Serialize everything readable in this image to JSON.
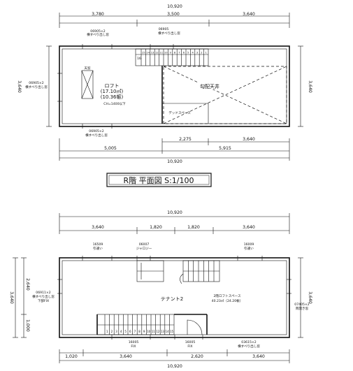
{
  "roof_plan": {
    "dims_top": {
      "total": "10,920",
      "left": "3,780",
      "middle": "3,500",
      "right": "3,640"
    },
    "dims_bottom": {
      "a": "2,275",
      "b": "3,640",
      "seg_left": "5,005",
      "seg_right": "5,915",
      "total": "10,920"
    },
    "dims_side": {
      "left": "3,640",
      "right": "3,640"
    },
    "window_top_left": [
      "06905×2",
      "横すべり出し窓"
    ],
    "window_top_mid": [
      "06905",
      "横すべり出し窓"
    ],
    "window_left": [
      "06905×2",
      "横すべり出し窓"
    ],
    "window_bottom": [
      "06905×2",
      "横すべり出し窓"
    ],
    "skylight": "天窓",
    "loft": [
      "ロフト",
      "(17.10㎡)",
      "(10.36帪)",
      "CH=1400以下"
    ],
    "ceiling": "勾配天井",
    "dead_space": "デッドスペース",
    "stair_steps": [
      "15",
      "14",
      "13",
      "12",
      "11",
      "10",
      "9",
      "8",
      "7",
      "6",
      "5",
      "4",
      "3",
      "2",
      "1"
    ]
  },
  "title": "R階  平面図  S:1/100",
  "floor_plan": {
    "dims_top": {
      "total": "10,920",
      "a": "3,640",
      "b": "1,820",
      "c": "1,820",
      "d": "3,640"
    },
    "dims_bottom": {
      "a": "1,020",
      "b": "3,640",
      "c": "2,620",
      "d": "3,640",
      "total": "10,920"
    },
    "dims_left": {
      "top": "2,640",
      "total": "3,640",
      "bottom": "1,000"
    },
    "dims_right": "3,640",
    "window_1": [
      "16509",
      "引違い"
    ],
    "window_2": [
      "06007",
      "ジャロジー"
    ],
    "window_3": [
      "16009",
      "引違い"
    ],
    "window_left": [
      "06911×2",
      "横すべり出し窓",
      "下部FIX"
    ],
    "window_right": [
      "07405×2",
      "両開き窓"
    ],
    "window_br": [
      "03615×2",
      "横すべり出し窓"
    ],
    "fix_1": [
      "16005",
      "FIX"
    ],
    "fix_2": [
      "16005",
      "FIX"
    ],
    "tenant": "テナント2",
    "loft_area": [
      "2階ロフトスペース",
      "40.23㎡（24.20帪）"
    ],
    "stair_steps": [
      "1",
      "2",
      "3",
      "4",
      "5",
      "6",
      "7",
      "8",
      "9",
      "10",
      "11",
      "12",
      "13",
      "14",
      "15"
    ],
    "small_steps": [
      "5",
      "6",
      "7",
      "8",
      "9",
      "10"
    ]
  }
}
